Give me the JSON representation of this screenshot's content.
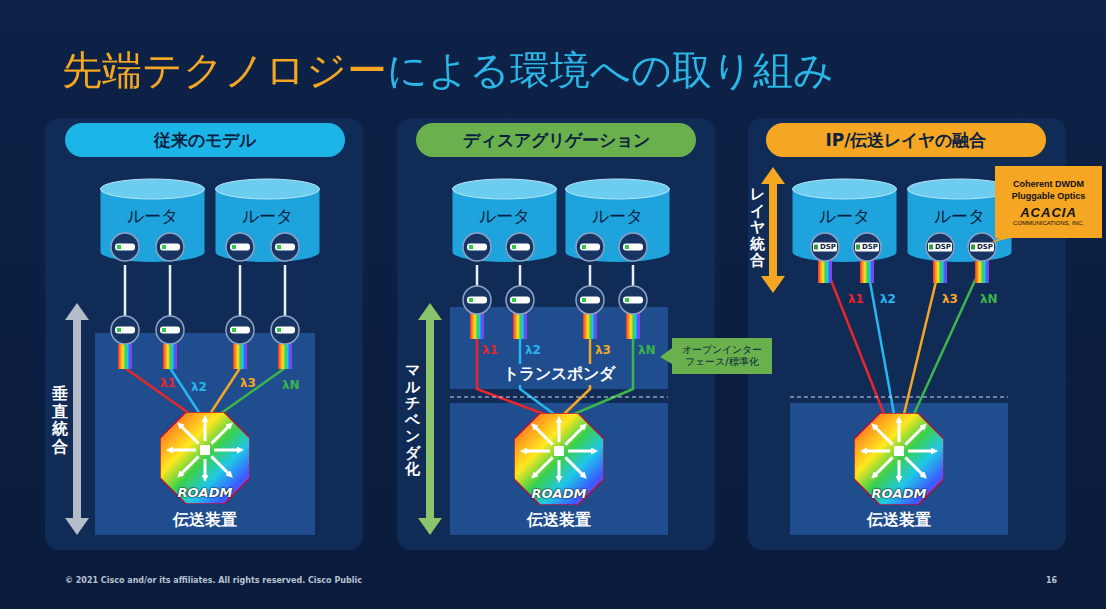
{
  "diagram": {
    "title": "先端テクノロジーによる環境への取り組み",
    "nodes": [
      {
        "text": [
          "従来のモデル"
        ]
      },
      {
        "text": [
          "ルータ"
        ]
      },
      {
        "text": [
          "ルータ"
        ]
      },
      {
        "text": [
          "伝送装置"
        ]
      },
      {
        "text": [
          "ROADM"
        ],
        "in": 3
      },
      {
        "text": [
          "ディスアグリゲーション"
        ]
      },
      {
        "text": [
          "ルータ"
        ]
      },
      {
        "text": [
          "ルータ"
        ]
      },
      {
        "text": [
          "トランスポンダ"
        ]
      },
      {
        "text": [
          "オープンインター フェース/標準化"
        ]
      },
      {
        "text": [
          "伝送装置"
        ]
      },
      {
        "text": [
          "ROADM"
        ],
        "in": 10
      },
      {
        "text": [
          "IP/伝送レイヤの融合"
        ]
      },
      {
        "text": [
          "Coherent DWDM Pluggable Optics",
          "ACACIA",
          "COMMUNICATIONS, INC."
        ]
      },
      {
        "text": [
          "ルータ"
        ]
      },
      {
        "text": [
          "ルータ"
        ]
      },
      {
        "text": [
          "伝送装置"
        ]
      },
      {
        "text": [
          "ROADM"
        ],
        "in": 16
      }
    ],
    "edges": [
      {
        "from": 1,
        "to": 3,
        "arrow": "none"
      },
      {
        "from": 1,
        "to": 3,
        "arrow": "none"
      },
      {
        "from": 2,
        "to": 3,
        "arrow": "none"
      },
      {
        "from": 2,
        "to": 3,
        "arrow": "none"
      },
      {
        "from": 6,
        "to": 8,
        "arrow": "none"
      },
      {
        "from": 6,
        "to": 8,
        "arrow": "none"
      },
      {
        "from": 7,
        "to": 8,
        "arrow": "none"
      },
      {
        "from": 7,
        "to": 8,
        "arrow": "none"
      },
      {
        "from": 8,
        "to": 11,
        "arrow": "none"
      },
      {
        "from": 8,
        "to": 11,
        "arrow": "none"
      },
      {
        "from": 8,
        "to": 11,
        "arrow": "none"
      },
      {
        "from": 8,
        "to": 11,
        "arrow": "none"
      },
      {
        "from": 14,
        "to": 17,
        "arrow": "none"
      },
      {
        "from": 14,
        "to": 17,
        "arrow": "none"
      },
      {
        "from": 15,
        "to": 17,
        "arrow": "none"
      },
      {
        "from": 15,
        "to": 17,
        "arrow": "none"
      }
    ],
    "labels": [
      "垂直統合",
      "λ1",
      "λ2",
      "λ3",
      "λN",
      "マルチベンダ化",
      "λ1",
      "λ2",
      "λ3",
      "λN",
      "レイヤ統合",
      "λ1",
      "λ2",
      "λ3",
      "λN",
      "DSP",
      "DSP",
      "DSP",
      "DSP",
      "© 2021 Cisco and/or its affiliates. All rights reserved. Cisco Public",
      "16"
    ]
  }
}
